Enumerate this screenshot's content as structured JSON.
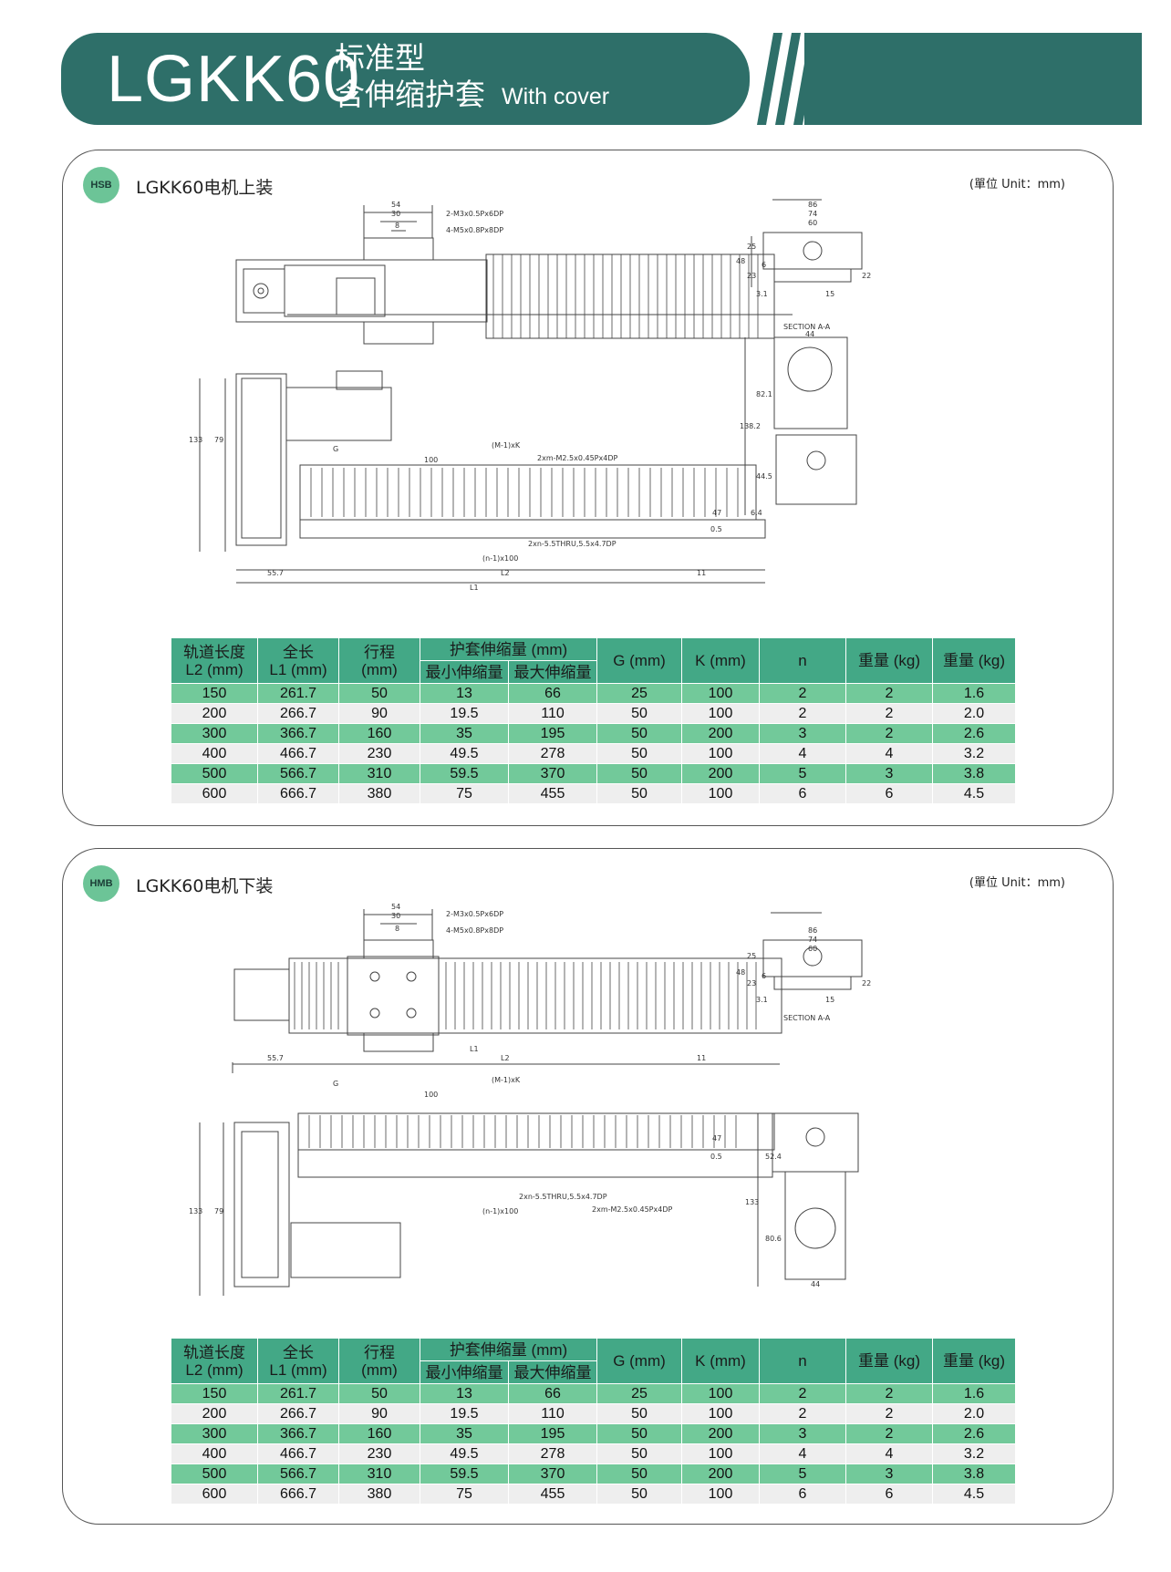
{
  "header": {
    "model": "LGKK60",
    "line1": "标准型",
    "line2": "含伸缩护套",
    "english": "With cover"
  },
  "colors": {
    "brand": "#2e6f69",
    "badge": "#6cc497",
    "table_header": "#43a886",
    "row_green": "#72c99a",
    "row_gray": "#eeeeee"
  },
  "sections": [
    {
      "badge": "HSB",
      "title": "LGKK60电机上装",
      "unit": "(單位 Unit：mm)",
      "dims": {
        "d54": "54",
        "d30": "30",
        "d8": "8",
        "hole1": "2-M3x0.5Px6DP",
        "hole2": "4-M5x0.8Px8DP",
        "d86": "86",
        "d74": "74",
        "d60": "60",
        "d48": "48",
        "d25": "25",
        "d23": "23",
        "d6": "6",
        "d15": "15",
        "d22": "22",
        "d31": "3.1",
        "section": "SECTION A-A",
        "d44": "44",
        "d821": "82.1",
        "d1382": "138.2",
        "d445": "44.5",
        "d64": "6.4",
        "d133": "133",
        "d79": "79",
        "g": "G",
        "mk": "(M-1)xK",
        "d100": "100",
        "tap": "2xm-M2.5x0.45Px4DP",
        "thru": "2xn-5.5THRU,5.5x4.7DP",
        "n100": "(n-1)x100",
        "d557": "55.7",
        "l2": "L2",
        "d11": "11",
        "l1": "L1",
        "d47": "47",
        "d05": "0.5"
      }
    },
    {
      "badge": "HMB",
      "title": "LGKK60电机下装",
      "unit": "(單位 Unit：mm)",
      "dims": {
        "d54": "54",
        "d30": "30",
        "d8": "8",
        "hole1": "2-M3x0.5Px6DP",
        "hole2": "4-M5x0.8Px8DP",
        "d86": "86",
        "d74": "74",
        "d60": "60",
        "d48": "48",
        "d25": "25",
        "d23": "23",
        "d6": "6",
        "d15": "15",
        "d22": "22",
        "d31": "3.1",
        "section": "SECTION A-A",
        "d524": "52.4",
        "d133": "133",
        "d806": "80.6",
        "d44": "44",
        "d79": "79",
        "g": "G",
        "mk": "(M-1)xK",
        "d100": "100",
        "tap": "2xm-M2.5x0.45Px4DP",
        "thru": "2xn-5.5THRU,5.5x4.7DP",
        "n100": "(n-1)x100",
        "d557": "55.7",
        "l2": "L2",
        "d11": "11",
        "l1": "L1",
        "d47": "47",
        "d05": "0.5"
      }
    }
  ],
  "table": {
    "headers": {
      "rail_length": "轨道长度\nL2 (mm)",
      "rail_cn": "轨道长度",
      "rail_unit": "L2 (mm)",
      "total_cn": "全长",
      "total_unit": "L1 (mm)",
      "stroke_cn": "行程",
      "stroke_unit": "(mm)",
      "cover_group": "护套伸缩量 (mm)",
      "cover_min": "最小伸缩量",
      "cover_max": "最大伸缩量",
      "g": "G (mm)",
      "k": "K (mm)",
      "n": "n",
      "w1": "重量 (kg)",
      "w2": "重量 (kg)"
    },
    "rows": [
      [
        "150",
        "261.7",
        "50",
        "13",
        "66",
        "25",
        "100",
        "2",
        "2",
        "1.6"
      ],
      [
        "200",
        "266.7",
        "90",
        "19.5",
        "110",
        "50",
        "100",
        "2",
        "2",
        "2.0"
      ],
      [
        "300",
        "366.7",
        "160",
        "35",
        "195",
        "50",
        "200",
        "3",
        "2",
        "2.6"
      ],
      [
        "400",
        "466.7",
        "230",
        "49.5",
        "278",
        "50",
        "100",
        "4",
        "4",
        "3.2"
      ],
      [
        "500",
        "566.7",
        "310",
        "59.5",
        "370",
        "50",
        "200",
        "5",
        "3",
        "3.8"
      ],
      [
        "600",
        "666.7",
        "380",
        "75",
        "455",
        "50",
        "100",
        "6",
        "6",
        "4.5"
      ]
    ]
  }
}
